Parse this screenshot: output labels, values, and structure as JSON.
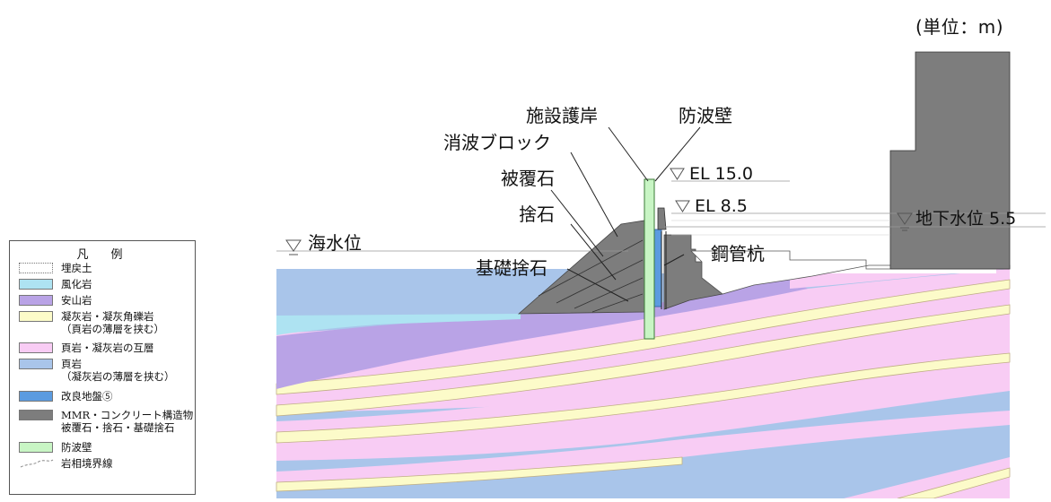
{
  "unit_label": "(単位：m)",
  "labels": {
    "facility_revetment": "施設護岸",
    "breakwater": "防波壁",
    "wave_block": "消波ブロック",
    "armor_stone": "被覆石",
    "rubble": "捨石",
    "foundation_rubble": "基礎捨石",
    "steel_pile": "鋼管杭",
    "sea_level": "海水位",
    "el_15": "EL 15.0",
    "el_85": "EL 8.5",
    "groundwater": "地下水位 5.5"
  },
  "legend": {
    "title": "凡　例",
    "items": [
      {
        "label": "埋戻土",
        "label2": "",
        "color": "#ffffff"
      },
      {
        "label": "風化岩",
        "label2": "",
        "color": "#aee3f2"
      },
      {
        "label": "安山岩",
        "label2": "",
        "color": "#b9a3e6"
      },
      {
        "label": "凝灰岩・凝灰角礫岩",
        "label2": "（頁岩の薄層を挟む）",
        "color": "#fcfbc9"
      },
      {
        "label": "頁岩・凝灰岩の互層",
        "label2": "",
        "color": "#f8ccf4"
      },
      {
        "label": "頁岩",
        "label2": "（凝灰岩の薄層を挟む）",
        "color": "#a9c5ea"
      },
      {
        "label": "改良地盤⑤",
        "label2": "",
        "color": "#5b9be0"
      },
      {
        "label": "MMR・コンクリート構造物",
        "label2": "被覆石・捨石・基礎捨石",
        "color": "#7d7d7d"
      },
      {
        "label": "防波壁",
        "label2": "",
        "color": "#c8f5c4"
      },
      {
        "label": "岩相境界線",
        "label2": "",
        "color": ""
      }
    ]
  },
  "colors": {
    "backfill": "#ffffff",
    "weathered": "#aee3f2",
    "andesite": "#b9a3e6",
    "tuff": "#fcfbc9",
    "shale_tuff": "#f8ccf4",
    "shale": "#a9c5ea",
    "improved": "#5b9be0",
    "concrete": "#7d7d7d",
    "wall": "#c8f5c4"
  }
}
